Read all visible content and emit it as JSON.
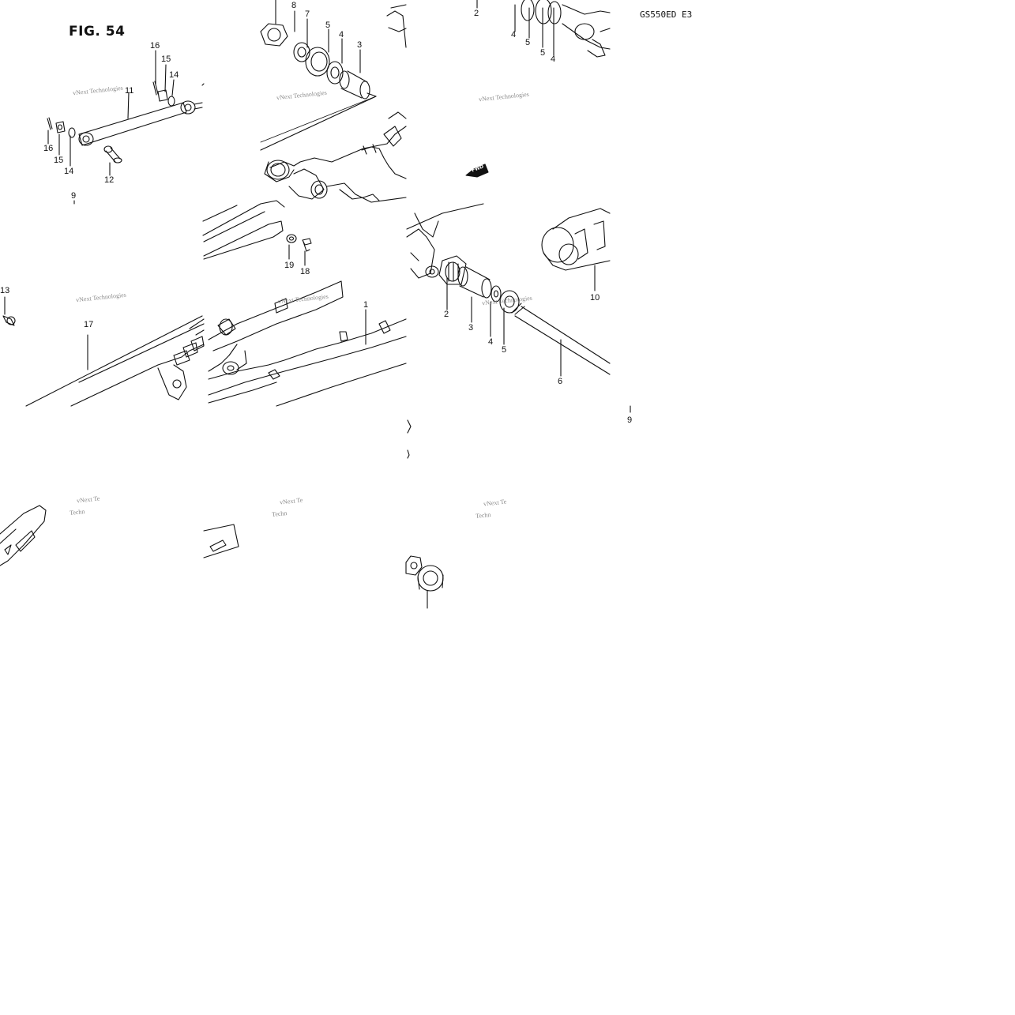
{
  "figure": {
    "title": "FIG. 54",
    "model_code": "GS550ED E3",
    "direction_label": "FWD"
  },
  "watermark": {
    "text": "vNext Technologies",
    "text_partial": "vNext Te",
    "text_fragment": "Techn"
  },
  "callouts": {
    "c_16a": "16",
    "c_15a": "15",
    "c_14a": "14",
    "c_11": "11",
    "c_16b": "16",
    "c_15b": "15",
    "c_14b": "14",
    "c_12": "12",
    "c_9a": "9",
    "c_8": "8",
    "c_7": "7",
    "c_5a": "5",
    "c_4a": "4",
    "c_3a": "3",
    "c_19": "19",
    "c_18": "18",
    "c_2a": "2",
    "c_4b": "4",
    "c_5b": "5",
    "c_5c": "5",
    "c_4c": "4",
    "c_10": "10",
    "c_2b": "2",
    "c_3b": "3",
    "c_4d": "4",
    "c_5d": "5",
    "c_6": "6",
    "c_9b": "9",
    "c_13": "13",
    "c_17": "17",
    "c_1": "1"
  }
}
